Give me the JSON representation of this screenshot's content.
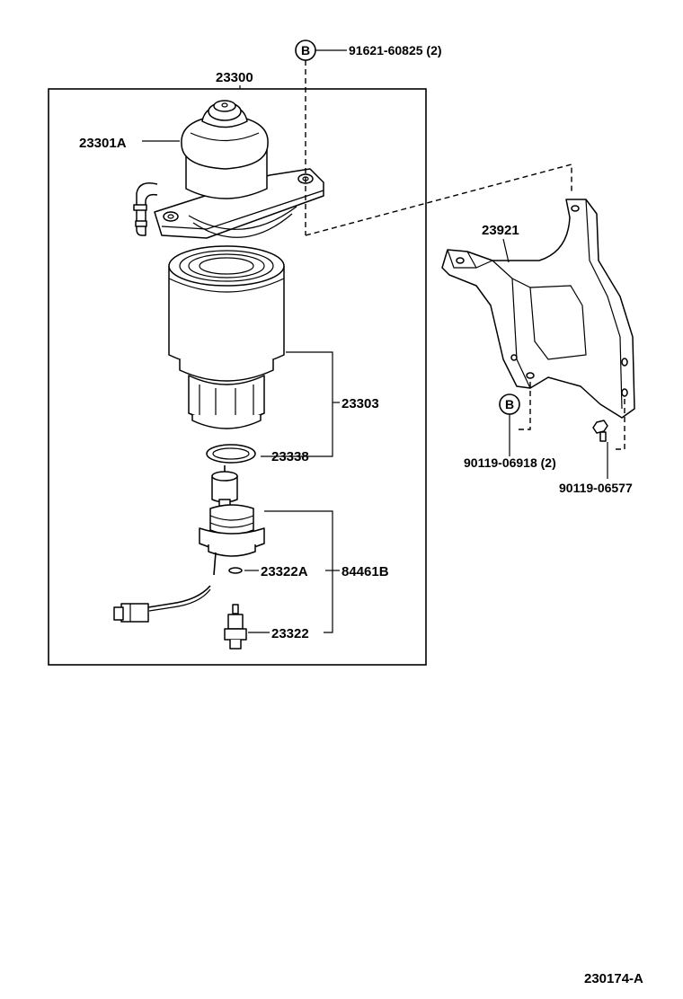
{
  "labels": {
    "assembly": "23300",
    "filter_head": "23301A",
    "element": "23303",
    "o_ring": "23338",
    "sensor_gasket": "23322A",
    "sensor_set": "84461B",
    "sensor": "23322",
    "bracket": "23921",
    "bolt_top": "91621-60825 (2)",
    "bolt_bottom": "90119-06918 (2)",
    "bolt_right": "90119-06577",
    "marker_b": "B",
    "diagram_id": "230174-A"
  },
  "colors": {
    "ink": "#000000",
    "paper": "#ffffff"
  }
}
